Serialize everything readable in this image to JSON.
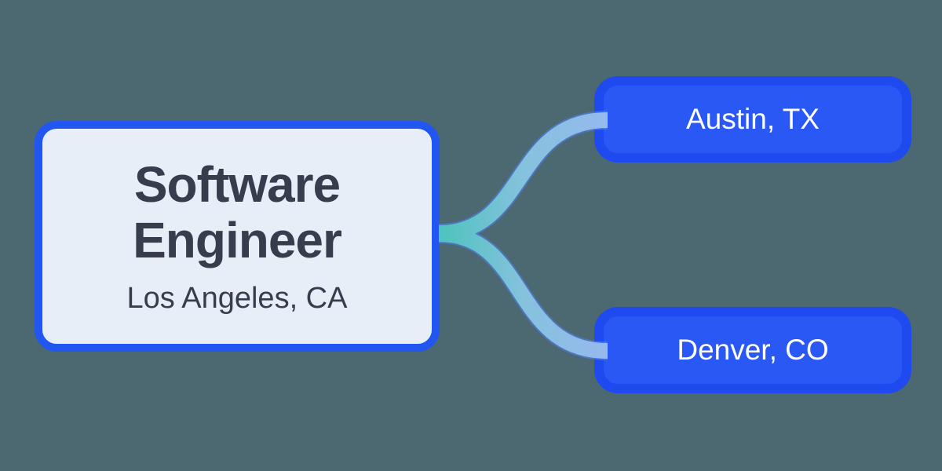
{
  "diagram": {
    "type": "mindmap",
    "root": {
      "title": "Software Engineer",
      "subtitle": "Los Angeles, CA"
    },
    "children": [
      {
        "label": "Austin, TX"
      },
      {
        "label": "Denver, CO"
      }
    ],
    "colors": {
      "background": "#4c6971",
      "root_fill": "#e8eef8",
      "root_border": "#2156f0",
      "root_text": "#373d4d",
      "child_fill": "#2a58f4",
      "child_border": "#1f4af0",
      "child_text": "#ffffff",
      "connector_start": "#4dc3bd",
      "connector_mid": "#85c2dd",
      "connector_end": "#96b9ee",
      "connector_edge": "#4e7ef0"
    }
  }
}
